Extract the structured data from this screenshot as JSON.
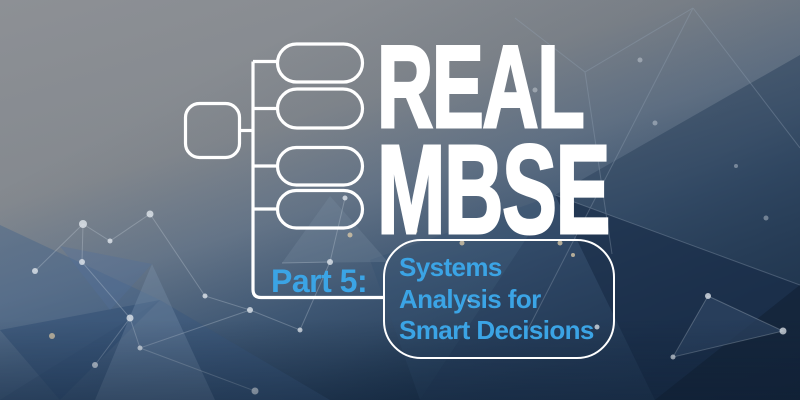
{
  "banner": {
    "title_line_1": "REAL",
    "title_line_2": "MBSE",
    "part_label": "Part 5:",
    "subtitle_line_1": "Systems",
    "subtitle_line_2": "Analysis for",
    "subtitle_line_3": "Smart Decisions"
  },
  "colors": {
    "title_white": "#FFFFFF",
    "accent_blue": "#3BA4E5",
    "background_gray_top": "#8C8F94",
    "background_steel_mid": "#5C7088",
    "background_blue_bottom_left": "#3A587E",
    "background_navy_bottom_right": "#16273C"
  },
  "icons": {
    "tree_diagram_icon": "root node with four empty pill-shaped child nodes connected by lines"
  }
}
